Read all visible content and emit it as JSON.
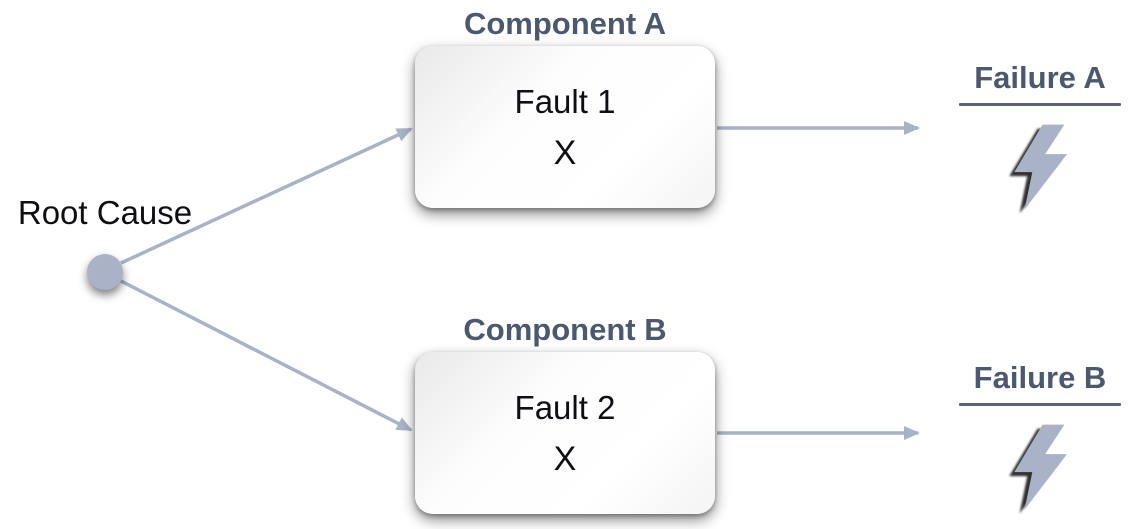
{
  "diagram_type": "fault-propagation-diagram",
  "root_cause": {
    "label": "Root Cause"
  },
  "components": [
    {
      "title": "Component A",
      "fault_label": "Fault 1",
      "fault_symbol": "X"
    },
    {
      "title": "Component B",
      "fault_label": "Fault 2",
      "fault_symbol": "X"
    }
  ],
  "failures": [
    {
      "label": "Failure A",
      "icon": "lightning-bolt-icon"
    },
    {
      "label": "Failure B",
      "icon": "lightning-bolt-icon"
    }
  ],
  "connectors": [
    {
      "from": "root-cause",
      "to": "component-a"
    },
    {
      "from": "root-cause",
      "to": "component-b"
    },
    {
      "from": "component-a",
      "to": "failure-a"
    },
    {
      "from": "component-b",
      "to": "failure-b"
    }
  ],
  "colors": {
    "heading_slate": "#4c586e",
    "connector": "#a9b2c6",
    "node_circle": "#a9b2c6",
    "bolt_fill": "#a9b2c6",
    "dark_text": "#0d0f14",
    "box_fill": "#ffffff",
    "background": "#ffffff"
  }
}
